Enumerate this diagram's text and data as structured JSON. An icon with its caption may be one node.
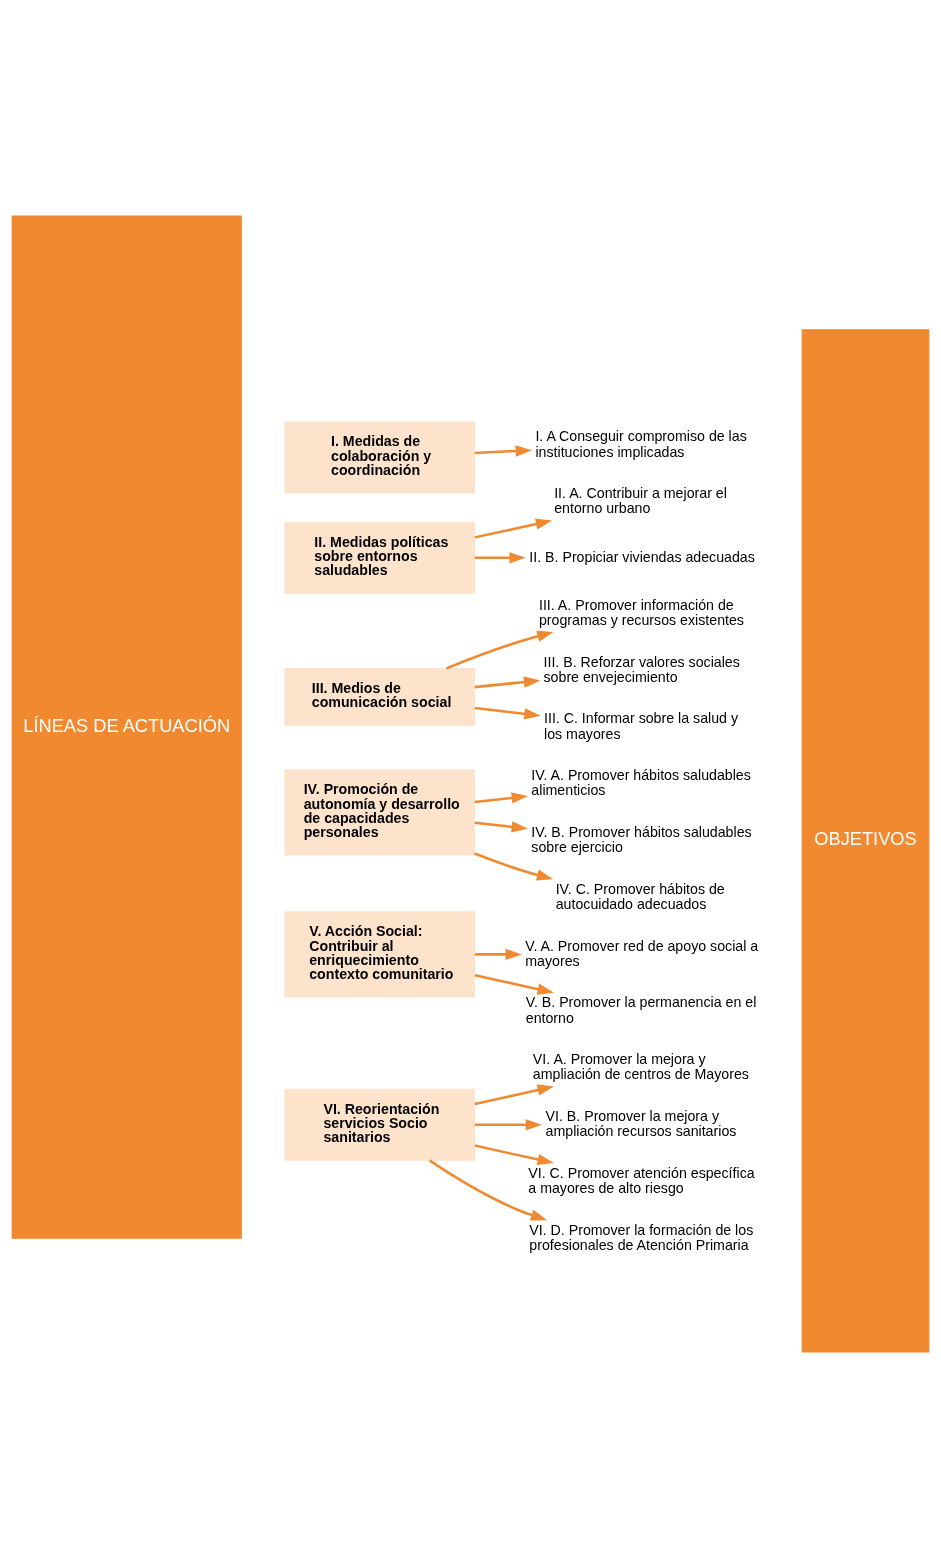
{
  "diagram": {
    "nodes": [
      {
        "text": [
          "LÍNEAS DE ACTUACIÓN"
        ]
      },
      {
        "text": [
          "OBJETIVOS"
        ]
      },
      {
        "text": [
          "I. Medidas de colaboración y coordinación"
        ]
      },
      {
        "text": [
          "I. A Conseguir compromiso de las instituciones implicadas"
        ]
      },
      {
        "text": [
          "II. Medidas políticas sobre entornos saludables"
        ]
      },
      {
        "text": [
          "II. A. Contribuir a mejorar el entorno urbano"
        ]
      },
      {
        "text": [
          "II. B. Propiciar viviendas adecuadas"
        ]
      },
      {
        "text": [
          "III. Medios de comunicación social"
        ]
      },
      {
        "text": [
          "III. A. Promover información de programas y recursos existentes"
        ]
      },
      {
        "text": [
          "III. B. Reforzar valores sociales sobre envejecimiento"
        ]
      },
      {
        "text": [
          "III. C. Informar sobre la salud y los mayores"
        ]
      },
      {
        "text": [
          "IV. Promoción de autonomía y desarrollo de capacidades personales"
        ]
      },
      {
        "text": [
          "IV. A. Promover hábitos saludables alimenticios"
        ]
      },
      {
        "text": [
          "IV. B. Promover hábitos saludables sobre ejercicio"
        ]
      },
      {
        "text": [
          "IV. C. Promover hábitos de autocuidado adecuados"
        ]
      },
      {
        "text": [
          "V. Acción Social: Contribuir al enriquecimiento contexto comunitario"
        ]
      },
      {
        "text": [
          "V. A. Promover red de apoyo social a mayores"
        ]
      },
      {
        "text": [
          "V. B. Promover la permanencia en el entorno"
        ]
      },
      {
        "text": [
          "VI. Reorientación servicios Socio sanitarios"
        ]
      },
      {
        "text": [
          "VI. A. Promover la mejora y ampliación de centros de Mayores"
        ]
      },
      {
        "text": [
          "VI. B. Promover la mejora y ampliación recursos sanitarios"
        ]
      },
      {
        "text": [
          "VI. C. Promover atención específica a mayores de alto riesgo"
        ]
      },
      {
        "text": [
          "VI. D. Promover la formación de los profesionales de Atención Primaria"
        ]
      }
    ],
    "edges": [
      {
        "from": 2,
        "to": 3,
        "arrow": "to"
      },
      {
        "from": 4,
        "to": 5,
        "arrow": "to"
      },
      {
        "from": 4,
        "to": 6,
        "arrow": "to"
      },
      {
        "from": 7,
        "to": 8,
        "arrow": "to"
      },
      {
        "from": 7,
        "to": 9,
        "arrow": "to"
      },
      {
        "from": 7,
        "to": 10,
        "arrow": "to"
      },
      {
        "from": 11,
        "to": 12,
        "arrow": "to"
      },
      {
        "from": 11,
        "to": 13,
        "arrow": "to"
      },
      {
        "from": 11,
        "to": 14,
        "arrow": "to"
      },
      {
        "from": 15,
        "to": 16,
        "arrow": "to"
      },
      {
        "from": 15,
        "to": 17,
        "arrow": "to"
      },
      {
        "from": 18,
        "to": 19,
        "arrow": "to"
      },
      {
        "from": 18,
        "to": 20,
        "arrow": "to"
      },
      {
        "from": 18,
        "to": 21,
        "arrow": "to"
      },
      {
        "from": 18,
        "to": 22,
        "arrow": "to"
      }
    ]
  }
}
